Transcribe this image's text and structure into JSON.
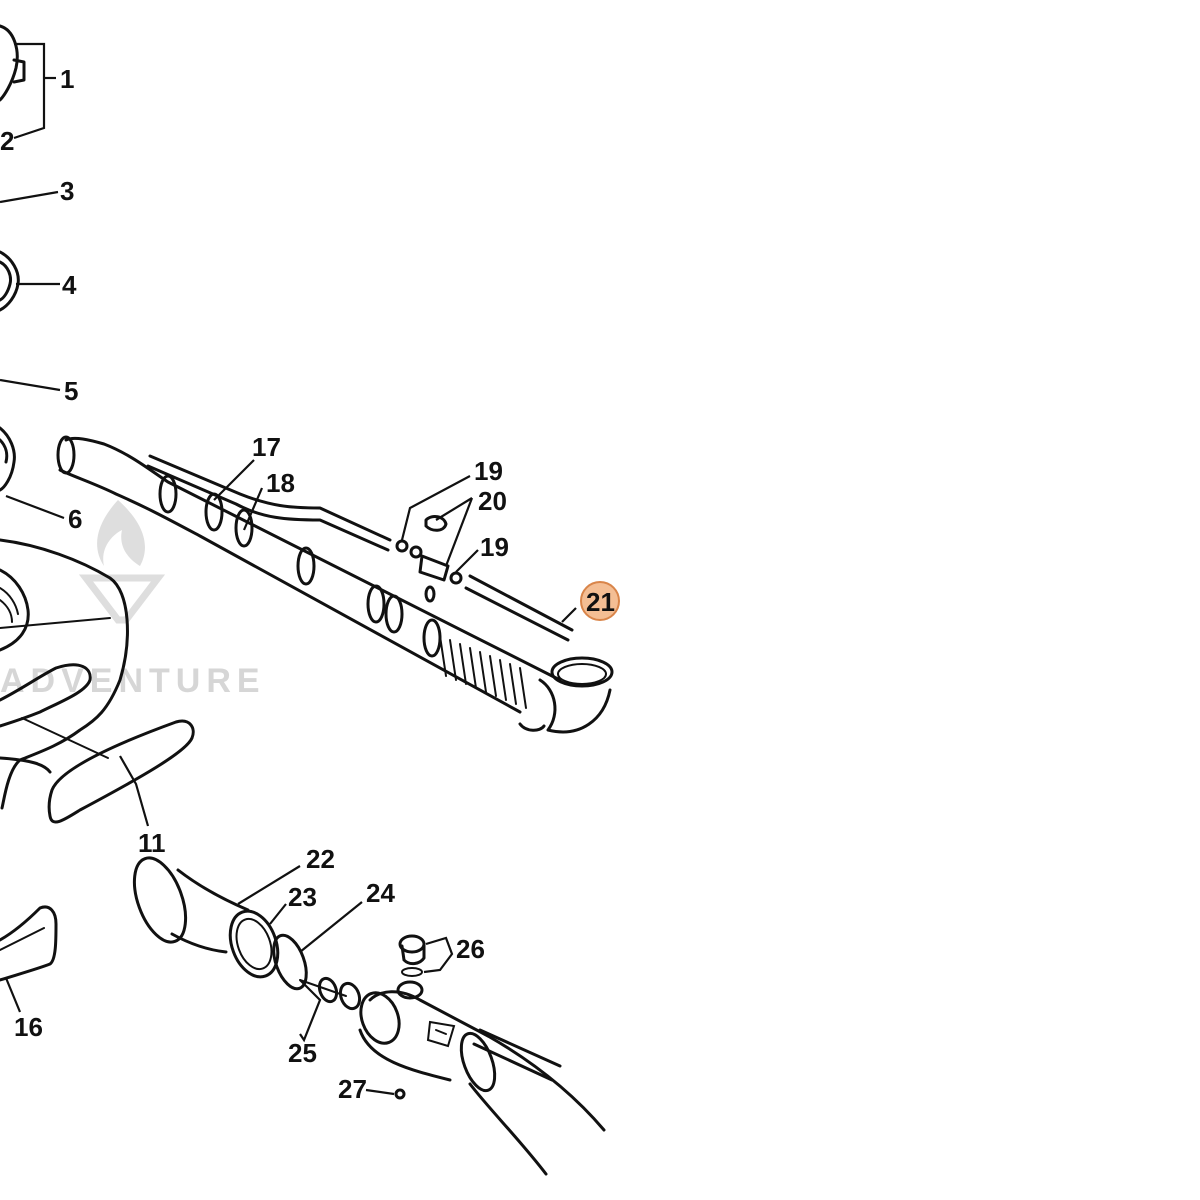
{
  "diagram": {
    "callouts": [
      "1",
      "2",
      "3",
      "4",
      "5",
      "6",
      "11",
      "16",
      "17",
      "18",
      "19",
      "20",
      "19",
      "21",
      "22",
      "23",
      "24",
      "25",
      "26",
      "27"
    ],
    "highlighted_callout": "21",
    "highlight_color": "#f0a870",
    "highlight_stroke": "#d9854a",
    "line_color": "#111111"
  },
  "watermark": {
    "text": "ADVENTURE",
    "color": "#d6d6d6"
  }
}
